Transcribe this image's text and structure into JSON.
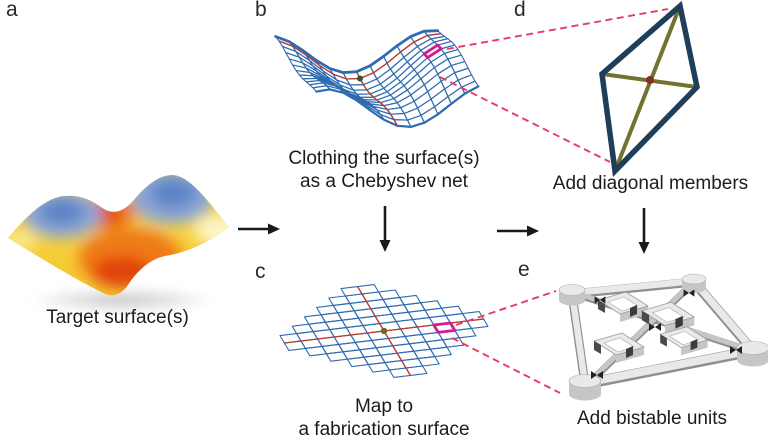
{
  "panels": {
    "a": {
      "label": "a",
      "caption": "Target surface(s)"
    },
    "b": {
      "label": "b",
      "caption_line1": "Clothing the surface(s)",
      "caption_line2": "as a Chebyshev net"
    },
    "c": {
      "label": "c",
      "caption_line1": "Map to",
      "caption_line2": "a fabrication surface"
    },
    "d": {
      "label": "d",
      "caption": "Add diagonal members"
    },
    "e": {
      "label": "e",
      "caption": "Add bistable units"
    }
  },
  "colors": {
    "mesh_blue": "#2f6bb1",
    "seed_red": "#bf3a2b",
    "highlight_magenta": "#d61a8e",
    "dashed_pink": "#e73a66",
    "diamond_frame": "#1f3e5a",
    "diagonal_member": "#72732f",
    "dot_red": "#8a2b20",
    "dot_green": "#2f5526",
    "dot_olive": "#6b6a1e",
    "arrow_black": "#1a1a1a",
    "surface_yellow": "#f8d63a",
    "surface_orange": "#f0932a",
    "surface_red": "#e2430a",
    "surface_blue": "#5b84c5",
    "render_light": "#e9e9e9",
    "render_mid": "#c6c6c6",
    "render_dark": "#8f8f8f",
    "render_black": "#222222"
  }
}
